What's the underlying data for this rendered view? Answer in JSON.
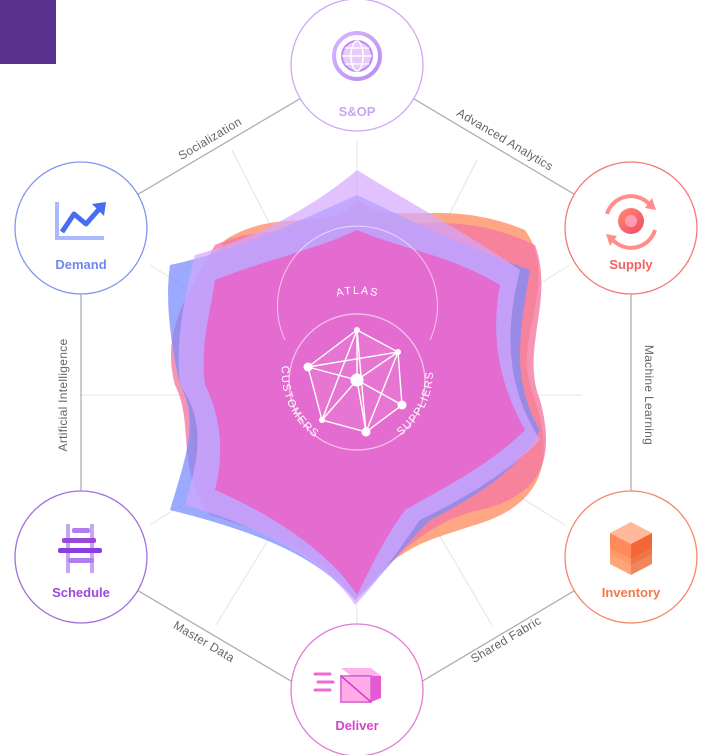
{
  "corner_color": "#5b3190",
  "nodes": [
    {
      "label": "S&OP",
      "icon": "globe-icon",
      "color": "#c9a6f2"
    },
    {
      "label": "Supply",
      "icon": "gear-cycle-icon",
      "color": "#f0625c"
    },
    {
      "label": "Inventory",
      "icon": "stacked-boxes-icon",
      "color": "#f07a4a"
    },
    {
      "label": "Deliver",
      "icon": "moving-box-icon",
      "color": "#d547c8"
    },
    {
      "label": "Schedule",
      "icon": "gantt-bars-icon",
      "color": "#9b48d9"
    },
    {
      "label": "Demand",
      "icon": "trend-up-icon",
      "color": "#6f86f2"
    }
  ],
  "edges": [
    {
      "label": "Advanced Analytics"
    },
    {
      "label": "Machine Learning"
    },
    {
      "label": "Shared Fabric"
    },
    {
      "label": "Master Data"
    },
    {
      "label": "Artificial Intelligence"
    },
    {
      "label": "Socialization"
    }
  ],
  "center": {
    "top_label": "ATLAS",
    "left_label": "CUSTOMERS",
    "right_label": "SUPPLIERS"
  }
}
